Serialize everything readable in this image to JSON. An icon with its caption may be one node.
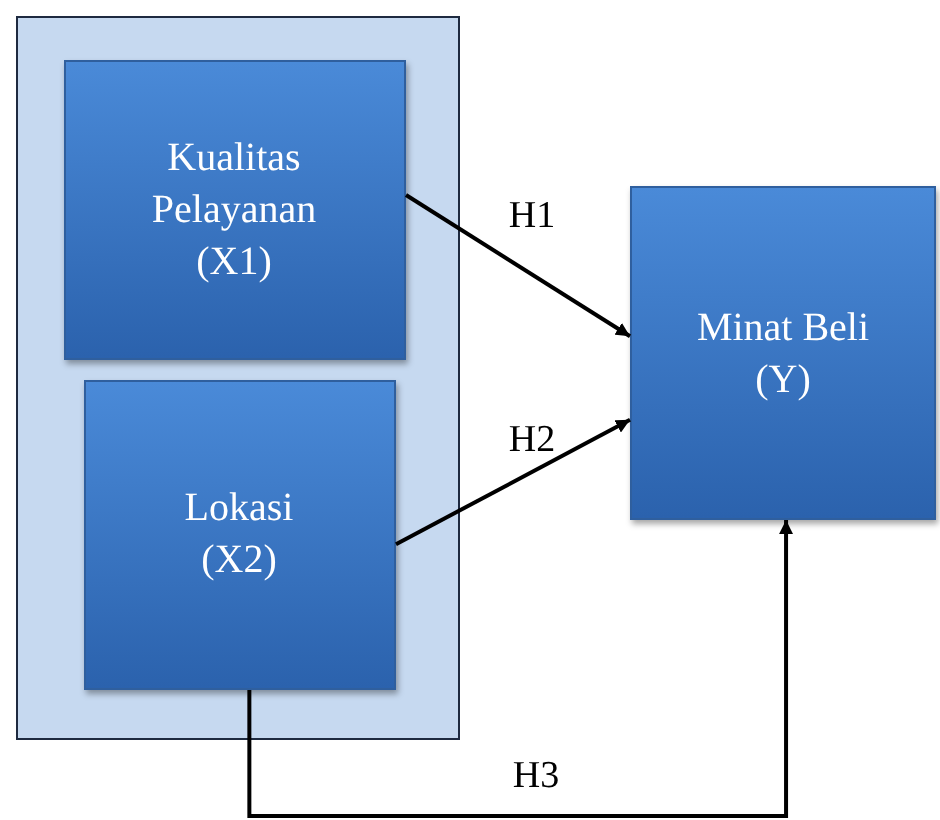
{
  "diagram": {
    "nodes": [
      {
        "text": [],
        "shape": "box"
      },
      {
        "text": [
          "Kualitas Pelayanan (X1)"
        ],
        "in": 0
      },
      {
        "text": [
          "Lokasi (X2)"
        ],
        "in": 0
      },
      {
        "text": [
          "Minat Beli (Y)"
        ]
      }
    ],
    "edges": [
      {
        "from": 1,
        "to": 3,
        "arrow": "to",
        "label": "H1"
      },
      {
        "from": 2,
        "to": 3,
        "arrow": "to",
        "label": "H2"
      },
      {
        "from": 2,
        "to": 3,
        "arrow": "to",
        "label": "H3"
      }
    ]
  }
}
